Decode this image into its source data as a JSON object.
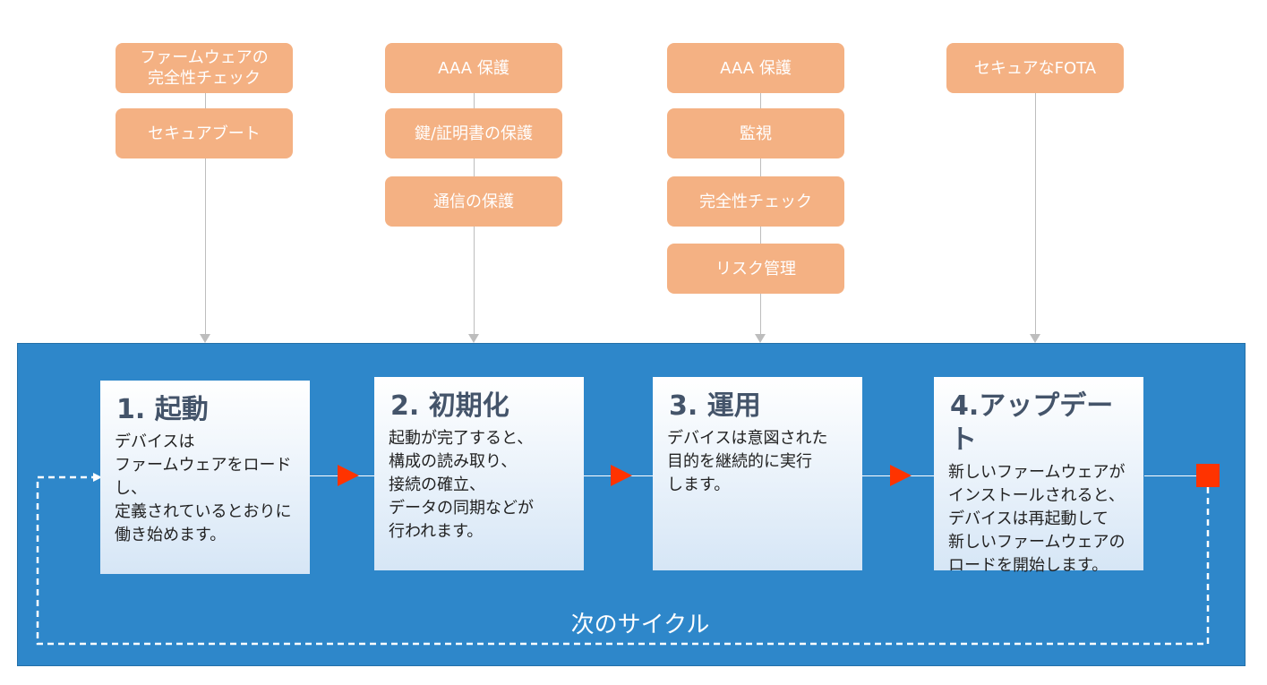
{
  "tags": {
    "boot_integrity": "ファームウェアの\n完全性チェック",
    "boot_secure": "セキュアブート",
    "init_aaa": "AAA 保護",
    "init_keys": "鍵/証明書の保護",
    "init_comm": "通信の保護",
    "op_aaa": "AAA 保護",
    "op_monitor": "監視",
    "op_integrity": "完全性チェック",
    "op_risk": "リスク管理",
    "upd_fota": "セキュアなFOTA"
  },
  "steps": [
    {
      "title": "1. 起動",
      "desc": "デバイスは\nファームウェアをロードし、\n定義されているとおりに\n働き始めます。"
    },
    {
      "title": "2. 初期化",
      "desc": "起動が完了すると、\n構成の読み取り、\n接続の確立、\nデータの同期などが\n行われます。"
    },
    {
      "title": "3. 運用",
      "desc": "デバイスは意図された\n目的を継続的に実行\nします。"
    },
    {
      "title": "4.アップデート",
      "desc": "新しいファームウェアが\nインストールされると、\nデバイスは再起動して\n新しいファームウェアの\nロードを開始します。"
    }
  ],
  "cycle_label": "次のサイクル",
  "colors": {
    "tag": "#f4b183",
    "band": "#2e87ca",
    "arrow": "#ff3300",
    "title": "#44546a"
  }
}
